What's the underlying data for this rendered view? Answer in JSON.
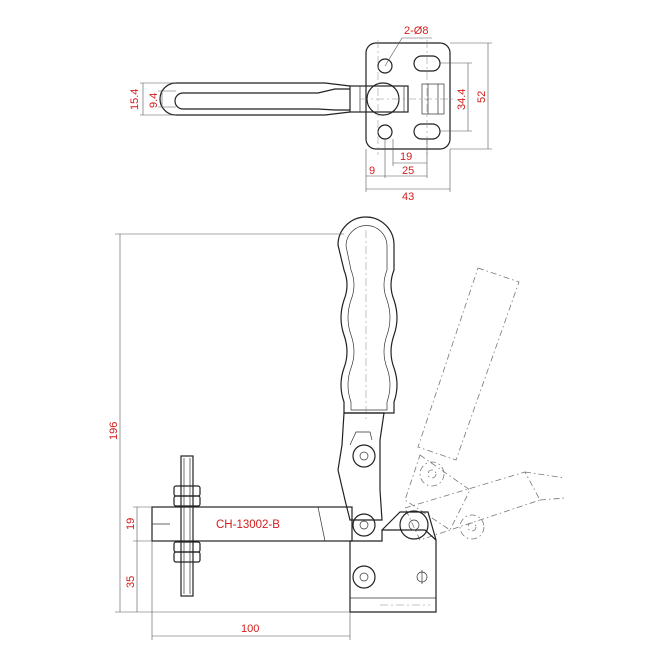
{
  "top_view": {
    "hole_callout": "2-Ø8",
    "dims": {
      "handle_outer_height": "15.4",
      "handle_inner_height": "9.4",
      "slot_spacing": "34.4",
      "base_height": "52",
      "slot_center_19": "19",
      "edge_9": "9",
      "slot_25": "25",
      "base_width": "43"
    }
  },
  "side_view": {
    "model_label": "CH-13002-B",
    "dims": {
      "overall_height": "196",
      "arm_height": "19",
      "arm_elevation": "35",
      "reach": "100"
    }
  },
  "colors": {
    "dimension_text": "#d21d1d",
    "line": "#222222"
  }
}
